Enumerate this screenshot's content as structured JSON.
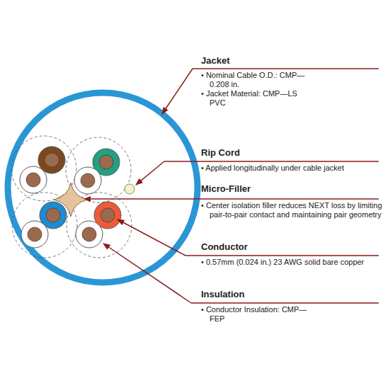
{
  "diagram": {
    "labels": [
      "Jacket",
      "• Nominal Cable O.D.: CMP—0.208 in.",
      "• Jacket Material: CMP—LS PVC",
      "Rip Cord",
      "• Applied longitudinally under cable jacket",
      "Micro-Filler",
      "• Center isolation filler reduces NEXT loss by limiting pair-to-pair contact and maintaining pair geometry",
      "Conductor",
      "• 0.57mm (0.024 in.) 23 AWG solid bare copper",
      "Insulation",
      "• Conductor Insulation: CMP—FEP"
    ]
  }
}
